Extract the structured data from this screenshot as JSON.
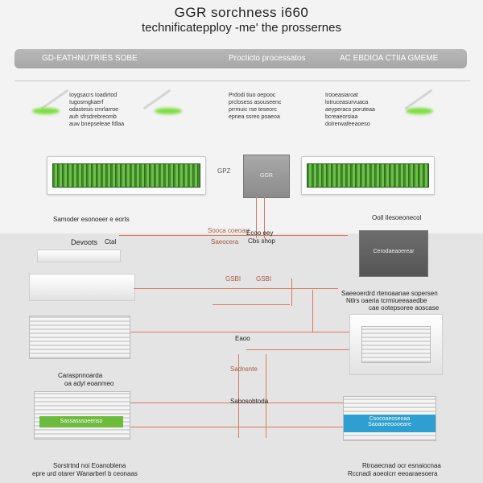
{
  "title": {
    "line1": "GGR sorchness i660",
    "line2": "technificatepploy ‑me' the prossernes"
  },
  "banner": {
    "left": "GD‑EATHNUTRIES SOBE",
    "center": "Procticto processatos",
    "right": "AC EBDIOA CTIIA GMEME"
  },
  "notes": {
    "top_left": "Ioygsacrs Ioadirtod\nIugosmgkaerf\nodastesis cmrlarroe\nauh sfrsdrebreomb\nauw bnepseleae fdlaa",
    "top_center": "Prdodi tiuo oepooc\nprclosess asouseenc\nprrmuic rse teseorc\nepnea ssreo poaeoa",
    "top_right": "Irooeasiaroat\nlotruceasurvuaca\naeyperacs poruteaa\nbcreaeorsiaa\ndolrerwafeeaoeso"
  },
  "labels": {
    "rack_left_caption": "Samoder esonoeer e eorts",
    "rack_right_caption": "Ooll Ilesoeonecol",
    "chip_label": "GGR",
    "chip_small": "GPZ",
    "center_line_label": "Ecoo eey",
    "center_line_sub": "Cbs shop",
    "devices_heading": "Devoots",
    "devices_sub": "Ctal",
    "devices_mid_caption1": "Caraspnnoarda",
    "devices_mid_caption2": "oa adyl eoanmeo",
    "bottom_left_caption1": "Sorstrtnd noi Eoanoblena",
    "bottom_left_caption2": "epre urd otarer Wanarberl b ceonaas",
    "right_mid_caption1": "Saeeoerdrd rtenoaanae sopersen",
    "right_mid_caption2": "Ntlrs oaeria tcrmiueeaaedbe",
    "right_mid_caption3": "cae ootepsoree aoscase",
    "bottom_right_caption1": "Rtroaecnad ocr esnaiocnaa",
    "bottom_right_caption2": "Rccnadi aoeolcrr eeoaraesoera",
    "mid_wire_label1": "GSBI",
    "mid_wire_label2": "GSBI",
    "mid_wire_label3": "Eaoo",
    "mid_wire_label4": "Sadnsnte",
    "mid_wire_label5": "Sabosobtoda",
    "left_wire_label1": "Sooca coeoarr",
    "left_wire_label2": "Saeocera",
    "green_box_text": "Sassasssoeenso",
    "blue_box_line1": "Csocoaeoseoaa",
    "blue_box_line2": "Saoaoeeoooeare",
    "device_grey_text": "Cerodaeaoerear"
  },
  "colors": {
    "accent_green": "#6dbb3d",
    "accent_blue": "#2e9fd0",
    "wire": "#d97a5e",
    "banner": "#ababab"
  }
}
